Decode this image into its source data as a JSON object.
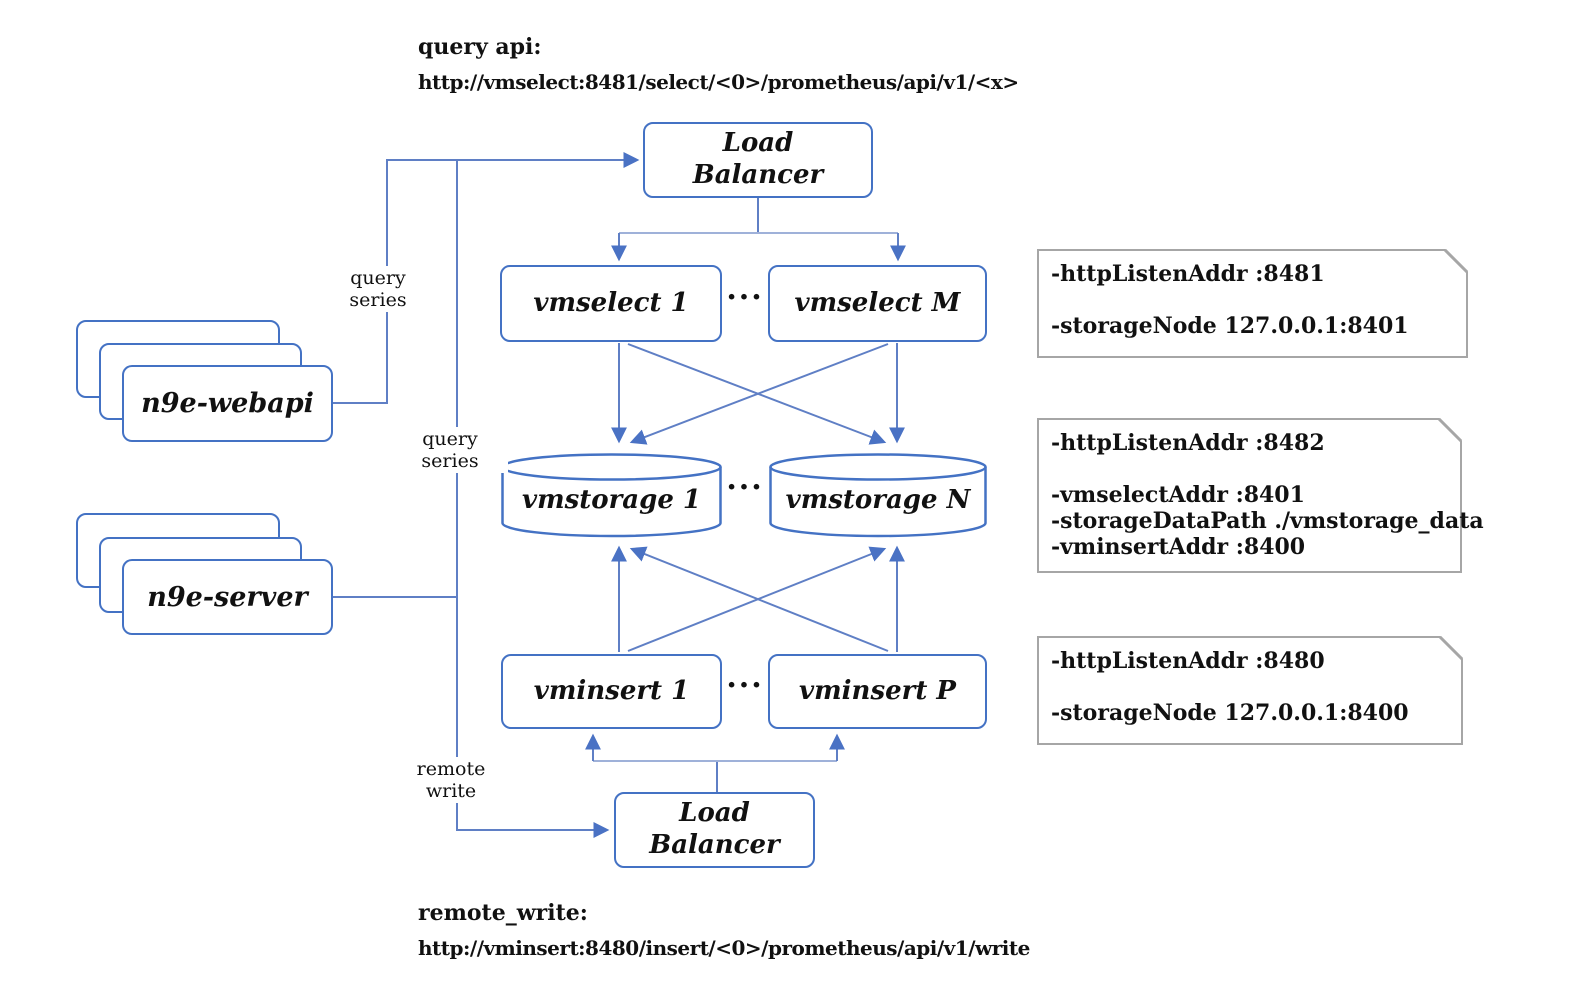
{
  "colors": {
    "node_border": "#4472c4",
    "connector": "#5f7fc5",
    "connector_light": "#9fb1d9",
    "note_border": "#a6a6a6"
  },
  "annotations": {
    "query_api": {
      "title": "query api:",
      "url": "http://vmselect:8481/select/<0>/prometheus/api/v1/<x>"
    },
    "remote_write": {
      "title": "remote_write:",
      "url": "http://vminsert:8480/insert/<0>/prometheus/api/v1/write"
    }
  },
  "nodes": {
    "lb_top": "Load\nBalancer",
    "lb_bottom": "Load\nBalancer",
    "vmselect_1": "vmselect 1",
    "vmselect_m": "vmselect M",
    "vmstorage_1": "vmstorage 1",
    "vmstorage_n": "vmstorage N",
    "vminsert_1": "vminsert 1",
    "vminsert_p": "vminsert P",
    "n9e_webapi": "n9e-webapi",
    "n9e_server": "n9e-server",
    "ellipsis": "..."
  },
  "edge_labels": {
    "query_series_webapi": "query series",
    "query_series_server": "query series",
    "remote_write": "remote write"
  },
  "notes": [
    {
      "lines": [
        "-httpListenAddr :8481",
        "",
        "-storageNode 127.0.0.1:8401"
      ]
    },
    {
      "lines": [
        "-httpListenAddr :8482",
        "",
        "-vmselectAddr :8401",
        "-storageDataPath ./vmstorage_data",
        "-vminsertAddr :8400"
      ]
    },
    {
      "lines": [
        "-httpListenAddr :8480",
        "",
        "-storageNode 127.0.0.1:8400"
      ]
    }
  ]
}
